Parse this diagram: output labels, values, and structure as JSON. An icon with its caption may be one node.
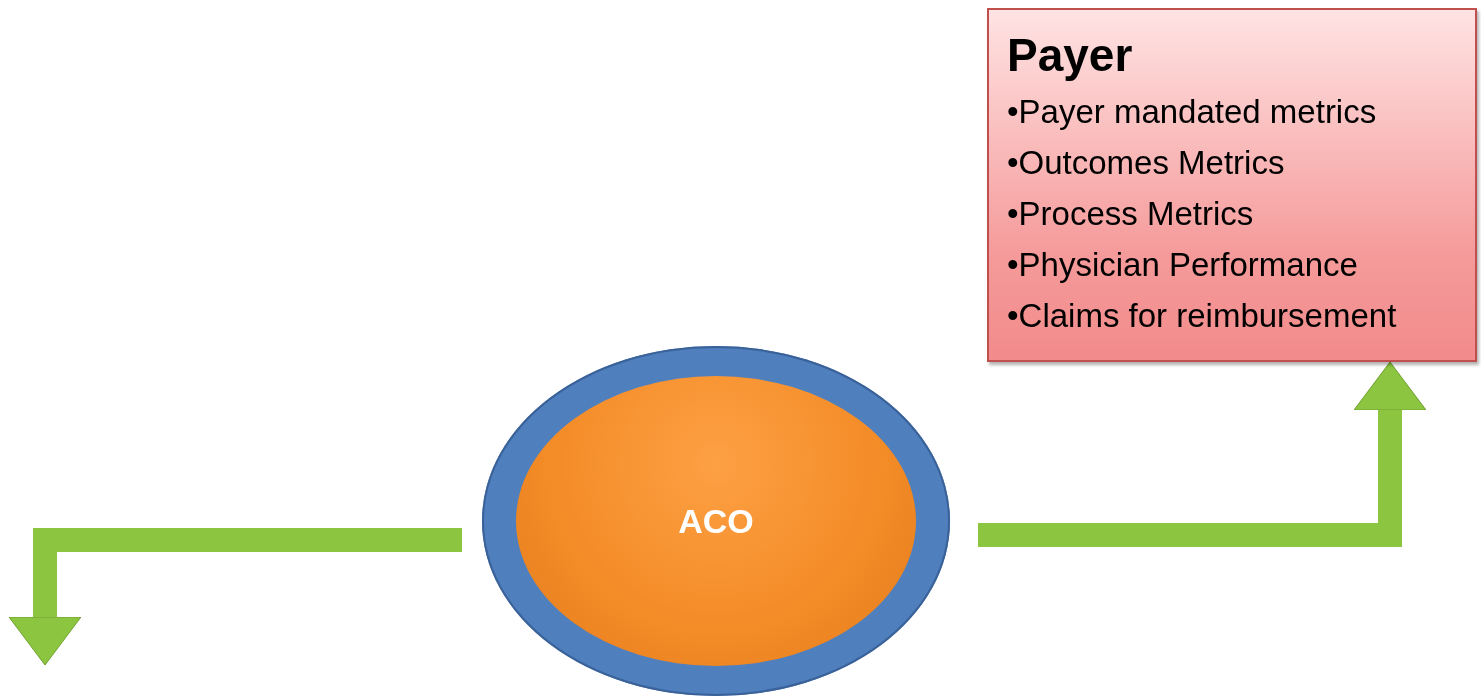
{
  "diagram": {
    "nodes": [
      {
        "text": [
          "ACO"
        ]
      },
      {
        "text": [
          "Payer",
          "•Payer mandated metrics",
          "•Outcomes Metrics",
          "•Process Metrics",
          "•Physician Performance",
          "•Claims for reimbursement"
        ]
      }
    ],
    "edges": [
      {
        "from": 0,
        "to": 1,
        "arrow": "to"
      },
      {
        "from": 0,
        "to": null,
        "arrow": "to"
      }
    ]
  }
}
